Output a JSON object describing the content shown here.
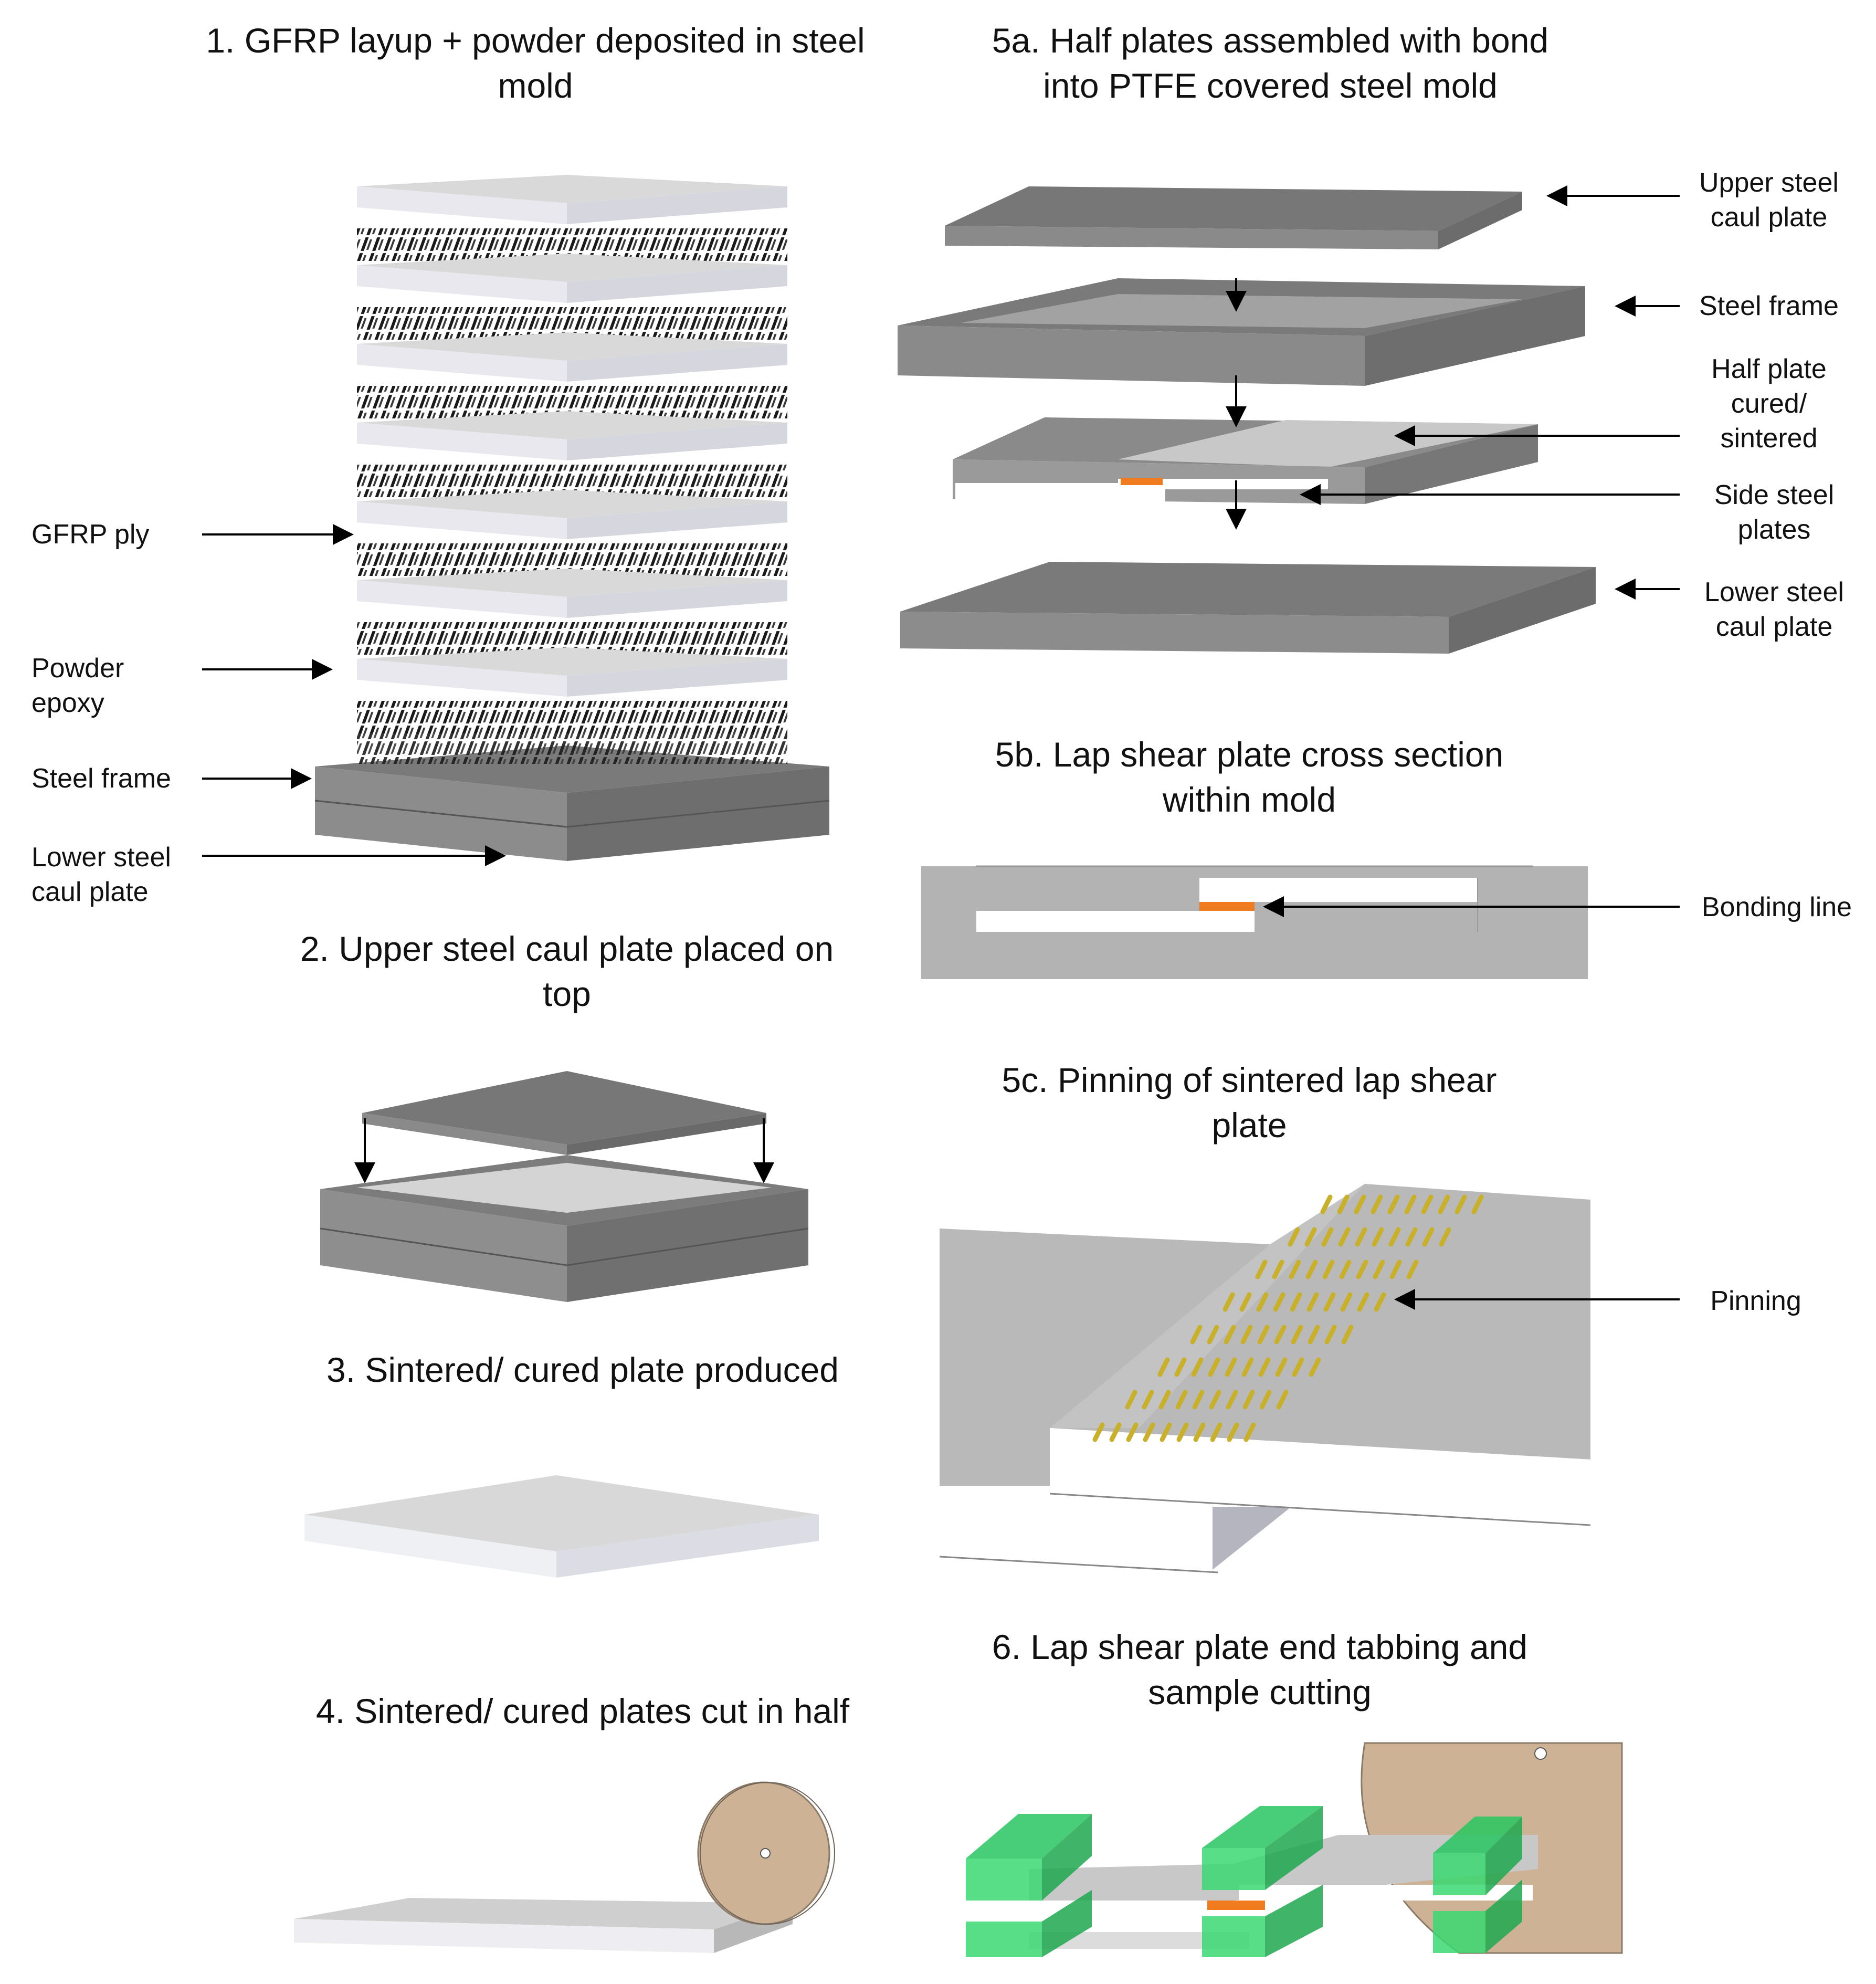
{
  "steps": {
    "s1": [
      "1. GFRP layup + powder deposited in steel",
      "mold"
    ],
    "s2": [
      "2. Upper steel caul plate placed on",
      "top"
    ],
    "s3": "3. Sintered/ cured plate produced",
    "s4": "4. Sintered/ cured plates cut in half",
    "s5a": [
      "5a. Half plates  assembled with bond",
      "into PTFE covered steel mold"
    ],
    "s5b": [
      "5b. Lap shear plate cross section",
      "within mold"
    ],
    "s5c": [
      "5c. Pinning of sintered lap shear",
      "plate"
    ],
    "s6": [
      "6. Lap shear plate end tabbing and",
      "sample cutting"
    ]
  },
  "labels": {
    "gfrp_ply": "GFRP ply",
    "powder_epoxy": [
      "Powder",
      "epoxy"
    ],
    "steel_frame_1": "Steel frame",
    "lower_caul_1": [
      "Lower steel",
      "caul plate"
    ],
    "upper_caul_5a": [
      "Upper steel",
      "caul plate"
    ],
    "steel_frame_5a": "Steel frame",
    "half_plate": [
      "Half plate",
      "cured/",
      "sintered"
    ],
    "side_plates": [
      "Side steel",
      "plates"
    ],
    "lower_caul_5a": [
      "Lower steel",
      "caul plate"
    ],
    "bonding_line": "Bonding line",
    "pinning": "Pinning"
  },
  "colors": {
    "steel_dark": "#6b6b6b",
    "steel_mid": "#8a8a8a",
    "steel_light": "#a8a8a8",
    "plate_top": "#d9d9d9",
    "plate_side": "#e8e8ee",
    "bond": "#f07c1f",
    "tab_green": "#2fd06a",
    "pin_gold": "#c8b02a",
    "saw_tan": "#cdb296"
  }
}
